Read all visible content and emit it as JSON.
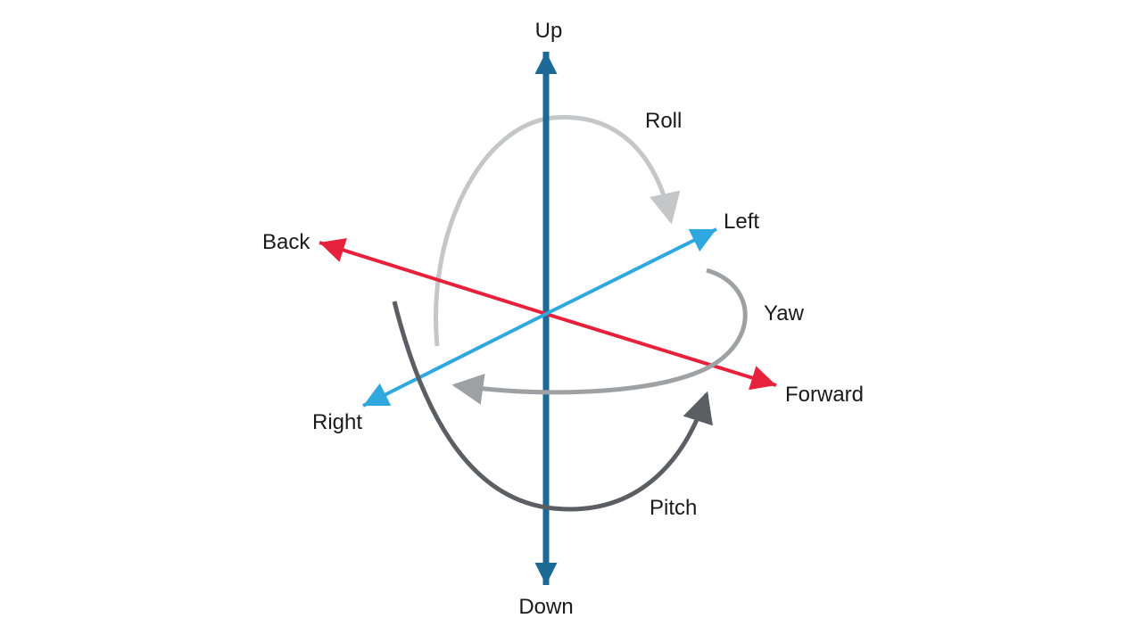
{
  "diagram": {
    "labels": {
      "up": "Up",
      "down": "Down",
      "back": "Back",
      "forward": "Forward",
      "left": "Left",
      "right": "Right",
      "roll": "Roll",
      "yaw": "Yaw",
      "pitch": "Pitch"
    },
    "colors": {
      "vertical_axis": "#1e6a96",
      "back_forward_axis": "#e5213b",
      "left_right_axis": "#2ea8df",
      "roll_arrow": "#c4c6c8",
      "yaw_arrow": "#9ea1a4",
      "pitch_arrow": "#5b5f63",
      "text": "#1a1a1a"
    }
  }
}
